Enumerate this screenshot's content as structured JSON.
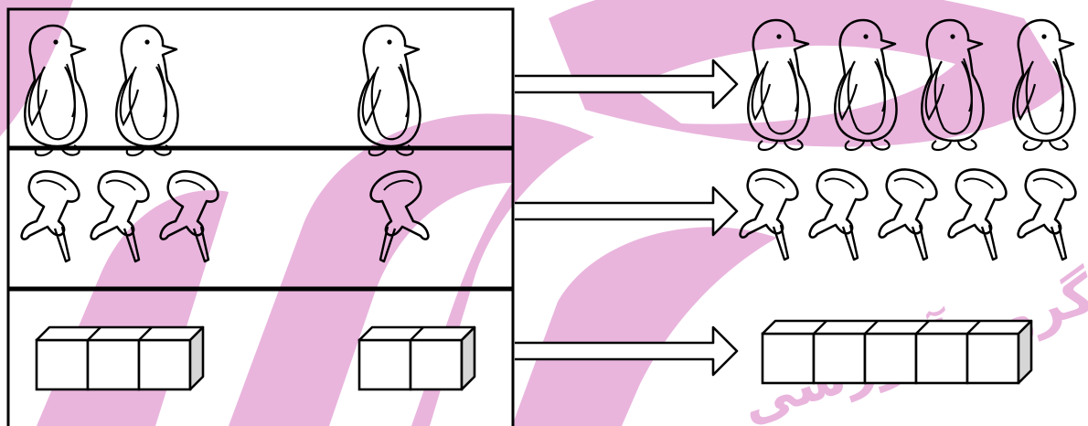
{
  "watermark": {
    "text": "گروه آموزشی",
    "color": "#E9B5DD"
  },
  "colors": {
    "ink": "#000000",
    "paper": "#ffffff",
    "cube_side": "#d6d6d6"
  },
  "rows": [
    {
      "item": "penguin",
      "left_group": 2,
      "left_single": 1,
      "right_total": 4
    },
    {
      "item": "pushpin",
      "left_group": 3,
      "left_single": 1,
      "right_total": 5
    },
    {
      "item": "cube",
      "left_group": 3,
      "left_single": 2,
      "right_total": 5
    }
  ]
}
